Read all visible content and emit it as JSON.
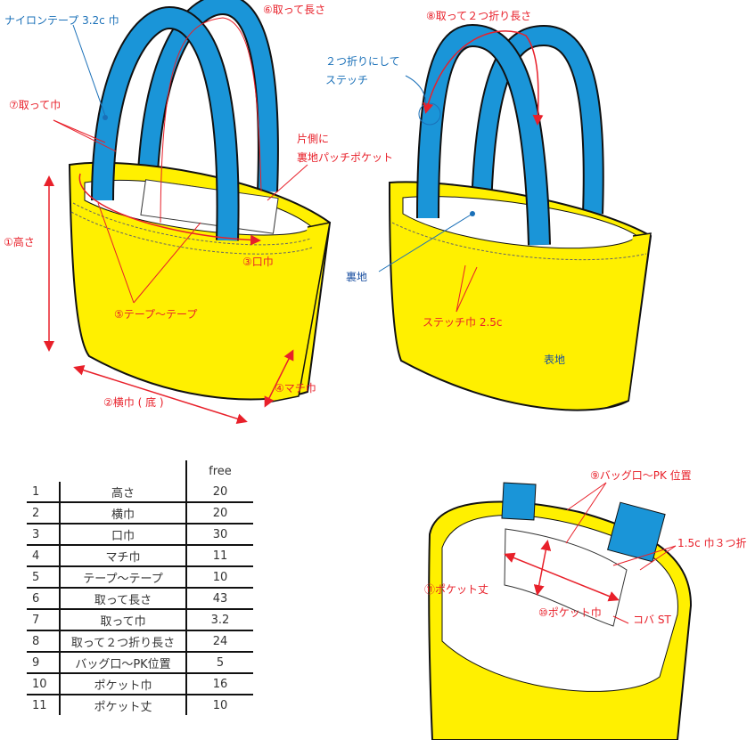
{
  "left_bag_labels": {
    "tape": "ナイロンテープ 3.2c 巾",
    "handle_length": "⑥取って長さ",
    "handle_width": "⑦取って巾",
    "pocket_note_1": "片側に",
    "pocket_note_2": "裏地パッチポケット",
    "height": "①高さ",
    "opening_width": "③口巾",
    "tape_to_tape": "⑤テープ～テープ",
    "gusset": "④マチ巾",
    "width_bottom": "②横巾 ( 底 )"
  },
  "right_bag_labels": {
    "fold_length": "⑧取って２つ折り長さ",
    "fold_stitch_1": "２つ折りにして",
    "fold_stitch_2": "ステッチ",
    "lining": "裏地",
    "stitch_width": "ステッチ巾 2.5c",
    "outer": "表地"
  },
  "pocket_labels": {
    "pk_position": "⑨バッグ口～PK 位置",
    "fold": "1.5c 巾３つ折",
    "pocket_height": "⑪ポケット丈",
    "pocket_width": "⑩ポケット巾",
    "edge_stitch": "コバ ST"
  },
  "table": {
    "header": "free",
    "rows": [
      {
        "no": "1",
        "name": "高さ",
        "value": "20"
      },
      {
        "no": "2",
        "name": "横巾",
        "value": "20"
      },
      {
        "no": "3",
        "name": "口巾",
        "value": "30"
      },
      {
        "no": "4",
        "name": "マチ巾",
        "value": "11"
      },
      {
        "no": "5",
        "name": "テープ～テープ",
        "value": "10"
      },
      {
        "no": "6",
        "name": "取って長さ",
        "value": "43"
      },
      {
        "no": "7",
        "name": "取って巾",
        "value": "3.2"
      },
      {
        "no": "8",
        "name": "取って２つ折り長さ",
        "value": "24"
      },
      {
        "no": "9",
        "name": "バッグ口～PK位置",
        "value": "5"
      },
      {
        "no": "10",
        "name": "ポケット巾",
        "value": "16"
      },
      {
        "no": "11",
        "name": "ポケット丈",
        "value": "10"
      }
    ]
  },
  "colors": {
    "fabric": "#fff000",
    "handle": "#1a95d8",
    "annotation": "#e8202a",
    "pointer": "#1a70b8"
  }
}
